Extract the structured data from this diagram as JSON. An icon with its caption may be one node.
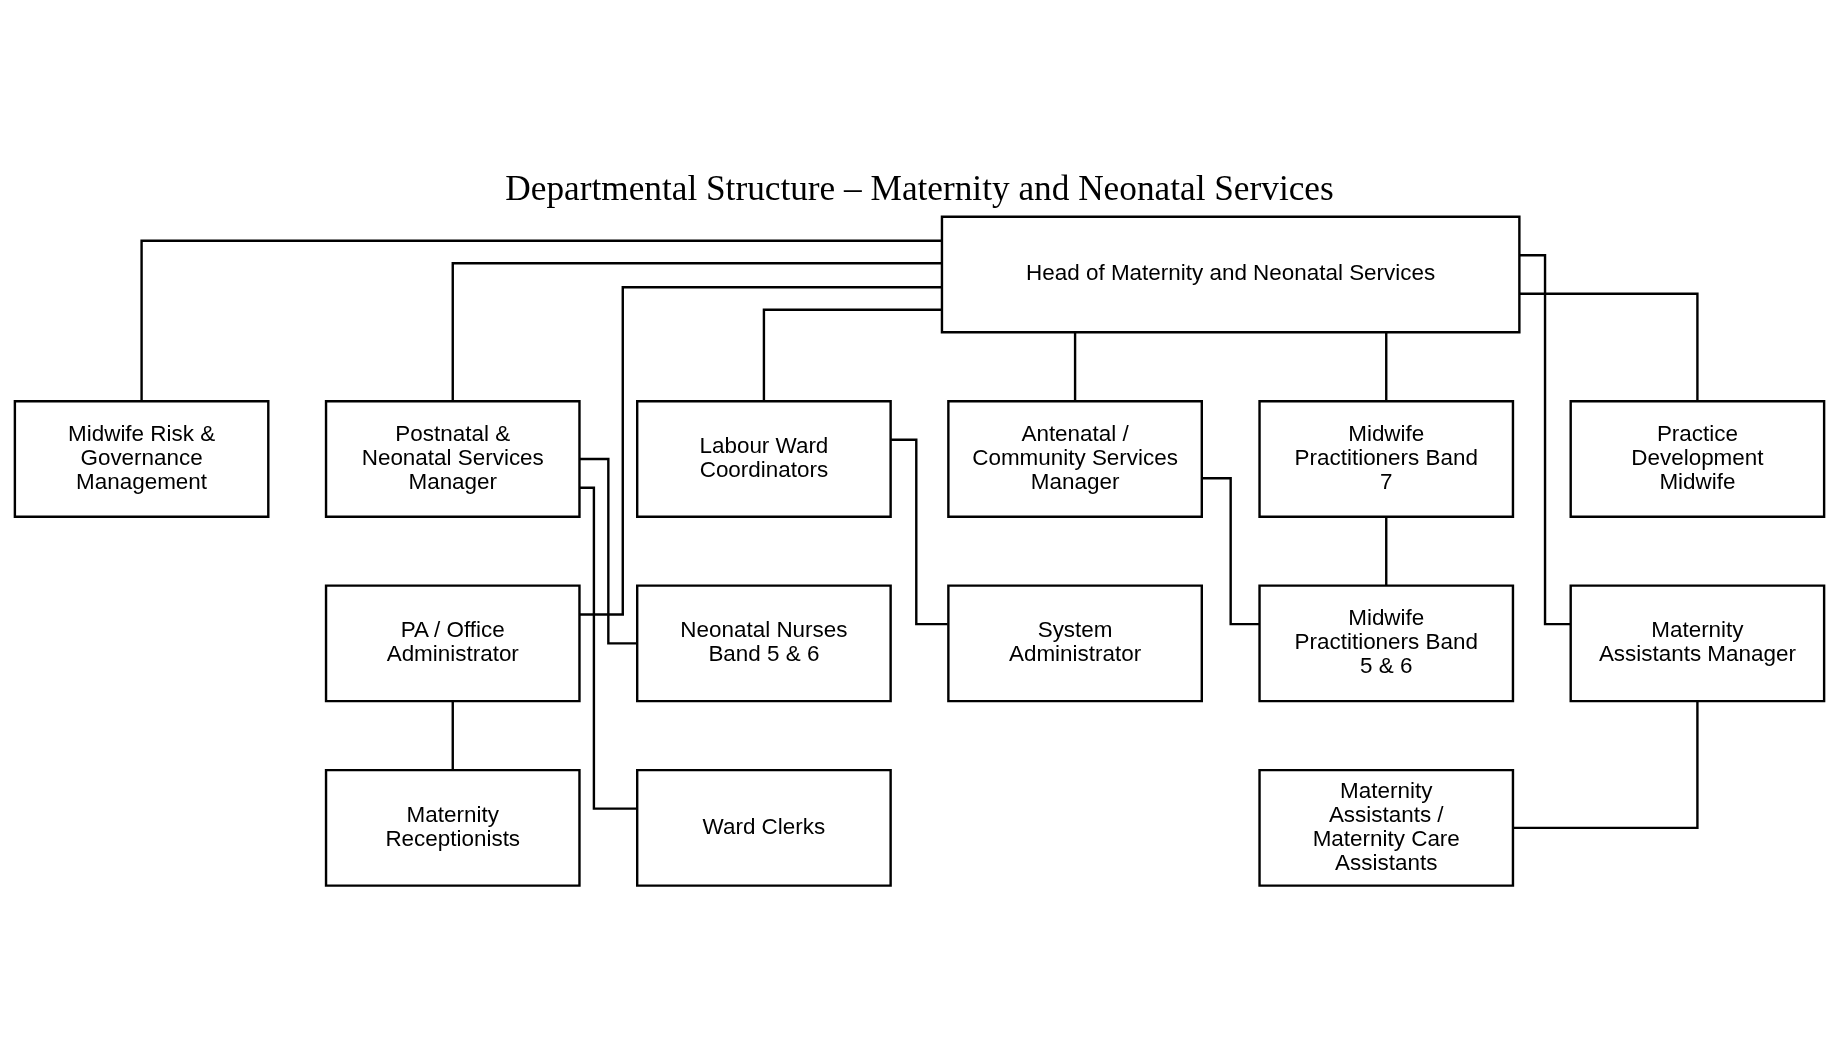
{
  "diagram": {
    "title": "Departmental Structure – Maternity and Neonatal Services",
    "nodes": [
      {
        "text": [
          "Head of Maternity and Neonatal Services"
        ]
      },
      {
        "text": [
          "Midwife Risk & Governance Management"
        ]
      },
      {
        "text": [
          "Postnatal & Neonatal Services Manager"
        ]
      },
      {
        "text": [
          "Labour Ward Coordinators"
        ]
      },
      {
        "text": [
          "Antenatal / Community Services Manager"
        ]
      },
      {
        "text": [
          "Midwife Practitioners Band 7"
        ]
      },
      {
        "text": [
          "Practice Development Midwife"
        ]
      },
      {
        "text": [
          "PA / Office Administrator"
        ]
      },
      {
        "text": [
          "Neonatal Nurses Band 5 & 6"
        ]
      },
      {
        "text": [
          "System Administrator"
        ]
      },
      {
        "text": [
          "Midwife Practitioners Band 5 & 6"
        ]
      },
      {
        "text": [
          "Maternity Assistants Manager"
        ]
      },
      {
        "text": [
          "Maternity Receptionists"
        ]
      },
      {
        "text": [
          "Ward Clerks"
        ]
      },
      {
        "text": [
          "Maternity Assistants / Maternity Care Assistants"
        ]
      }
    ],
    "edges": [
      {
        "from": 0,
        "to": 1,
        "arrow": "none"
      },
      {
        "from": 0,
        "to": 2,
        "arrow": "none"
      },
      {
        "from": 0,
        "to": 3,
        "arrow": "none"
      },
      {
        "from": 0,
        "to": 4,
        "arrow": "none"
      },
      {
        "from": 0,
        "to": 5,
        "arrow": "none"
      },
      {
        "from": 0,
        "to": 6,
        "arrow": "none"
      },
      {
        "from": 0,
        "to": 7,
        "arrow": "none"
      },
      {
        "from": 0,
        "to": 11,
        "arrow": "none"
      },
      {
        "from": 2,
        "to": 8,
        "arrow": "none"
      },
      {
        "from": 2,
        "to": 13,
        "arrow": "none"
      },
      {
        "from": 3,
        "to": 9,
        "arrow": "none"
      },
      {
        "from": 4,
        "to": 10,
        "arrow": "none"
      },
      {
        "from": 5,
        "to": 10,
        "arrow": "none"
      },
      {
        "from": 7,
        "to": 12,
        "arrow": "none"
      },
      {
        "from": 11,
        "to": 14,
        "arrow": "none"
      }
    ]
  }
}
